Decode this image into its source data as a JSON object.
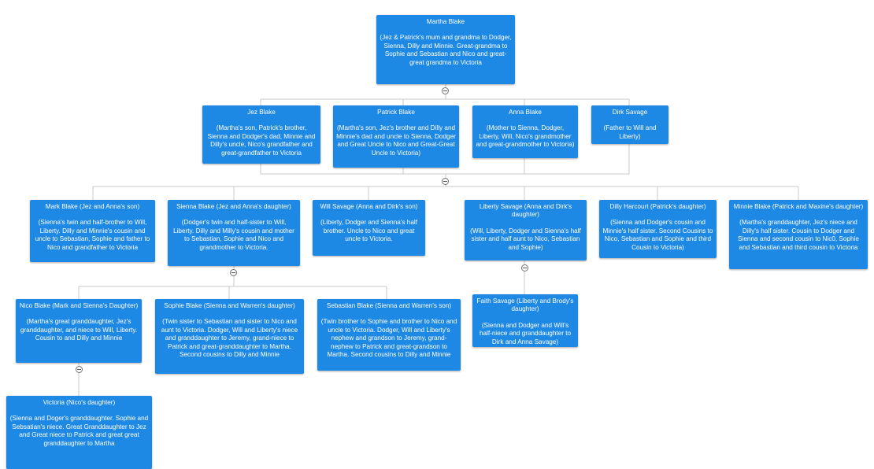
{
  "colors": {
    "node": "#1e88e5",
    "node_text": "#ffffff",
    "connector": "#c8c8c8"
  },
  "icons": {
    "toggle": "collapse-minus-icon"
  },
  "nodes": [
    {
      "id": "martha",
      "title": "Martha Blake",
      "desc": "(Jez & Patrick's mum and grandma to Dodger, Sienna, Dilly and Minnie. Great-grandma to Sophie and Sebastian and Nico and great-great grandma to Victoria"
    },
    {
      "id": "jez",
      "title": "Jez Blake",
      "desc": "(Martha's son, Patrick's brother, Sienna and Dodger's dad, Minnie and Dilly's uncle, Nico's grandfather and great-grandfather to Victoria"
    },
    {
      "id": "patrick",
      "title": "Patrick Blake",
      "desc": "(Martha's son, Jez's brother and Dilly and Minnie's dad and uncle to Sienna, Dodger and Great Uncle to Nico and Great-Great Uncle to Victoria)"
    },
    {
      "id": "anna",
      "title": "Anna Blake",
      "desc": "(Mother to Sienna, Dodger, Liberty, Will, Nico's grandmother and great-grandmother to Victoria)"
    },
    {
      "id": "dirk",
      "title": "Dirk Savage",
      "desc": "(Father to Will and Liberty)"
    },
    {
      "id": "mark",
      "title": "Mark Blake  (Jez and Anna's son)",
      "desc": "(Sienna's twin and half-brother to Will, Liberty. Dilly and Minnie's cousin and uncle to Sebastian, Sophie and father to Nico and grandfather to Victoria"
    },
    {
      "id": "sienna",
      "title": "Sienna Blake (Jez and Anna's daughter)",
      "desc": "(Dodger's twin and half-sister to Will, Liberty. Dilly and Milly's cousin and mother to Sebastian, Sophie and Nico and grandmother to Victoria."
    },
    {
      "id": "will",
      "title": "Will Savage (Anna and Dirk's son)",
      "desc": "(Liberty, Dodger and Sienna's half brother. Uncle to Nico and great uncle to Victoria."
    },
    {
      "id": "liberty",
      "title": "Liberty Savage (Anna and Dirk's daughter)",
      "desc": "(Will, Liberty, Dodger and Sienna's half sister and half aunt to Nico, Sebastian and Sophie)"
    },
    {
      "id": "dilly",
      "title": "Dilly Harcourt (Patrick's daughter)",
      "desc": "(Sienna and Dodger's cousin and Minnie's half sister. Second Cousins to Nico, Sebastian and Sophie and third Cousin to Victoria)"
    },
    {
      "id": "minnie",
      "title": "Minnie Blake (Patrick and Maxine's daughter)",
      "desc": "(Martha's granddaughter, Jez's niece and Dilly's half sister. Cousin to Dodger and Sienna and second cousin to Nic0, Sophie and Sebastian and third cousin to Victoria"
    },
    {
      "id": "nico",
      "title": "Nico Blake (Mark and Sienna's Daughter)",
      "desc": "(Martha's great granddaughter, Jez's granddaughter, and niece to Will, Liberty. Cousin to and Dilly and Minnie"
    },
    {
      "id": "sophie",
      "title": "Sophie Blake (Sienna and Warren's daughter)",
      "desc": "(Twin sister to Sebastian and sister to Nico and aunt to Victoria. Dodger, Will and Liberty's niece and granddaughter to Jeremy, grand-niece to Patrick and great-granddaughter to Martha. Second cousins to Dilly and Minnie"
    },
    {
      "id": "sebastian",
      "title": "Sebastian Blake (Sienna and Warren's son)",
      "desc": "(Twin brother  to Sophie and brother to Nico and uncle to Victoria. Dodger, Will and Liberty's nephew and grandson to Jeremy, grand-nephew to Patrick and great-grandson to Martha. Second cousins to Dilly and Minnie"
    },
    {
      "id": "faith",
      "title": "Faith Savage (Liberty and Brody's daughter)",
      "desc": "(Sienna and Dodger and Will's half-niece and granddaughter to Dirk and Anna Savage)"
    },
    {
      "id": "victoria",
      "title": "Victoria (Nico's daughter)",
      "desc": "(Sienna and Doger's granddaughter. Sophie and Sebsatian's niece. Great Granddaughter to Jez and Great niece to Patrick and great great granddaughter to Martha"
    }
  ]
}
